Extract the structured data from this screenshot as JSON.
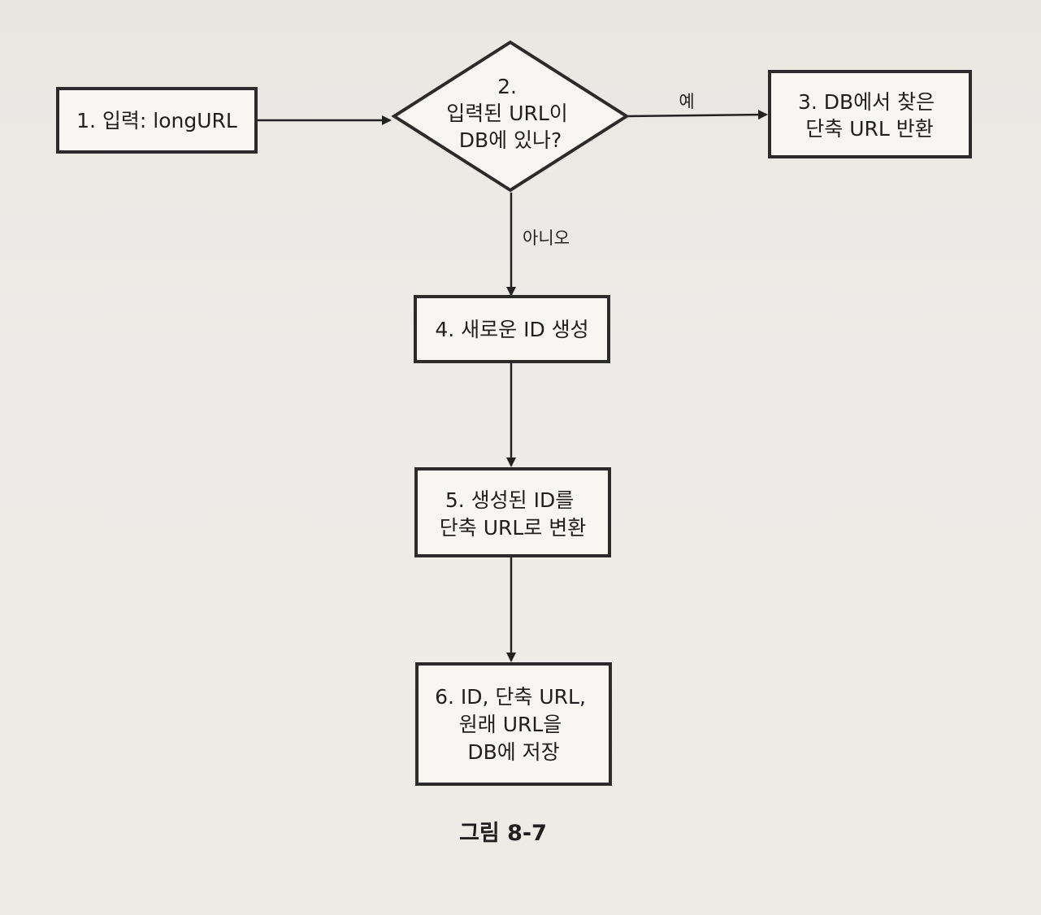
{
  "nodes": {
    "input": {
      "lines": [
        "1. 입력: longURL"
      ]
    },
    "check_db": {
      "lines": [
        "2.",
        "입력된 URL이",
        "DB에 있나?"
      ]
    },
    "return_found": {
      "lines": [
        "3. DB에서 찾은",
        "단축 URL 반환"
      ]
    },
    "new_id": {
      "lines": [
        "4. 새로운 ID 생성"
      ]
    },
    "convert": {
      "lines": [
        "5. 생성된 ID를",
        "단축 URL로 변환"
      ]
    },
    "save": {
      "lines": [
        "6. ID, 단축 URL,",
        "원래 URL을",
        "DB에 저장"
      ]
    }
  },
  "edges": {
    "yes_label": "예",
    "no_label": "아니오"
  },
  "caption": "그림 8-7",
  "colors": {
    "stroke": "#2b2b2b",
    "box_fill": "#f7f6f3",
    "background": "#ebe9e4"
  }
}
